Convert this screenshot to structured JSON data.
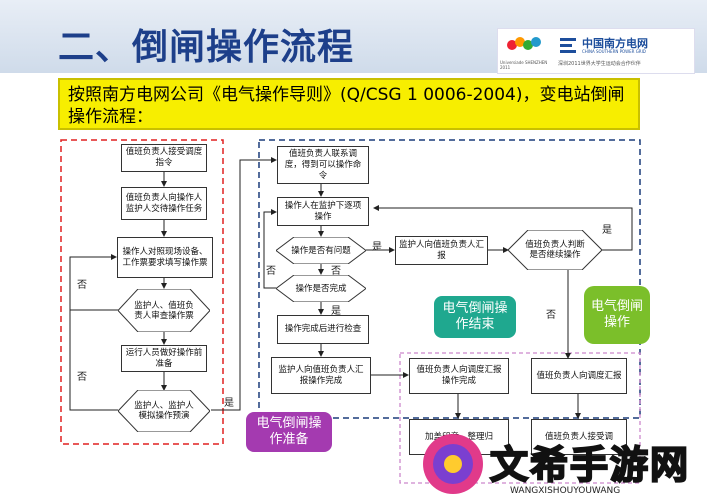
{
  "title": "二、倒闸操作流程",
  "logo": {
    "left_text": "Universiade SHENZHEN 2011",
    "company": "中国南方电网",
    "company_en": "CHINA SOUTHERN POWER GRID",
    "tagline": "深圳2011世界大学生运动会合作伙伴"
  },
  "subtitle": "按照南方电网公司《电气操作导则》(Q/CSG 1 0006-2004)，变电站倒闸操作流程：",
  "left_flow": [
    "值班负责人接受调度指令",
    "值班负责人向操作人监护人交待操作任务",
    "操作人对照现场设备、工作票要求填写操作票",
    "监护人、值班负责人审查操作票",
    "运行人员做好操作前准备",
    "监护人、监护人模拟操作预演"
  ],
  "mid_flow": [
    "值班负责人联系调度，得到可以操作命令",
    "操作人在监护下逐项操作",
    "操作是否有问题",
    "操作是否完成",
    "操作完成后进行检查",
    "监护人向值班负责人汇报操作完成"
  ],
  "right_flow": [
    "监护人向值班负责人汇报",
    "值班负责人判断是否继续操作"
  ],
  "bottom_flow": [
    "值班负责人向调度汇报操作完成",
    "值班负责人向调度汇报",
    "加盖印章，整理归",
    "值班负责人接受调"
  ],
  "edge_labels": {
    "no": "否",
    "yes": "是"
  },
  "bubbles": {
    "prep": "电气倒闸操作准备",
    "end": "电气倒闸操作结束",
    "op": "电气倒闸操作"
  },
  "watermark": {
    "main": "文希手游网",
    "url": "WANGXISHOUYOUWANG"
  }
}
